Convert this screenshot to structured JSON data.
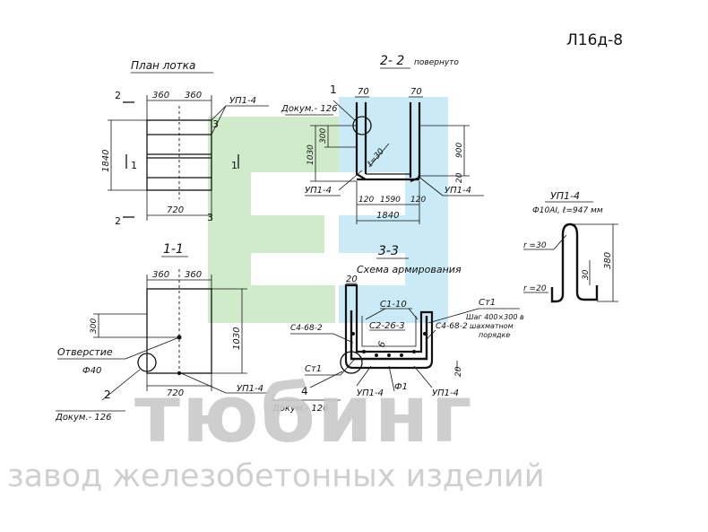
{
  "sheet_id": "Л16д-8",
  "views": {
    "plan": {
      "title": "План лотка",
      "dims": {
        "d1": "360",
        "d2": "360",
        "len": "1840",
        "w": "720"
      },
      "callouts": {
        "up": "УП1-4"
      },
      "sections": {
        "s2a": "2",
        "s2b": "2",
        "s3a": "3",
        "s3b": "3",
        "s1a": "1",
        "s1b": "1"
      }
    },
    "section22": {
      "title": "2- 2",
      "title_note": "повернуто",
      "marker": "1",
      "doc_ref": "Докум.- 126",
      "dims": {
        "t1": "70",
        "t2": "70",
        "h300": "300",
        "h1030": "1030",
        "angle": "ℓ=30",
        "h900": "900",
        "h20": "20",
        "b120a": "120",
        "b1590": "1590",
        "b120b": "120",
        "b1840": "1840"
      },
      "callouts": {
        "left": "УП1-4",
        "right": "УП1-4"
      }
    },
    "section11": {
      "title": "1-1",
      "dims": {
        "d1": "360",
        "d2": "360",
        "h300": "300",
        "h1030": "1030",
        "w720": "720"
      },
      "hole_label": "Отверстие",
      "hole_dim": "Ф40",
      "marker": "2",
      "doc_ref": "Докум.- 126",
      "callouts": {
        "up": "УП1-4"
      }
    },
    "section33": {
      "title": "3-3",
      "subtitle": "Схема армирования",
      "dims": {
        "top": "20",
        "side": "20"
      },
      "labels": {
        "c110": "С1-10",
        "ct1_top": "Ст1",
        "note_step": "Шаг 400×300 в",
        "note_chess": "шахматном",
        "note_order": "порядке",
        "c468_left": "С4-68-2",
        "c2263": "С2-26-3",
        "c468_right": "С4-68-2",
        "num6": "6",
        "ct1_left": "Ст1",
        "up_left": "УП1-4",
        "f1": "Ф1",
        "up_right": "УП1-4",
        "marker": "4",
        "doc_ref": "Докум.- 126"
      }
    },
    "detail_up": {
      "title": "УП1-4",
      "spec": "Ф10АI, ℓ=947 мм",
      "labels": {
        "r30": "r =30",
        "r20": "r =20",
        "d30": "30",
        "d380": "380"
      }
    }
  },
  "watermark": {
    "brand": "тюбинг",
    "tagline": "завод железобетонных изделий",
    "colors": {
      "green": "#c8e8c0",
      "blue": "#bfe6f5",
      "grey": "#c9c9c9"
    }
  }
}
